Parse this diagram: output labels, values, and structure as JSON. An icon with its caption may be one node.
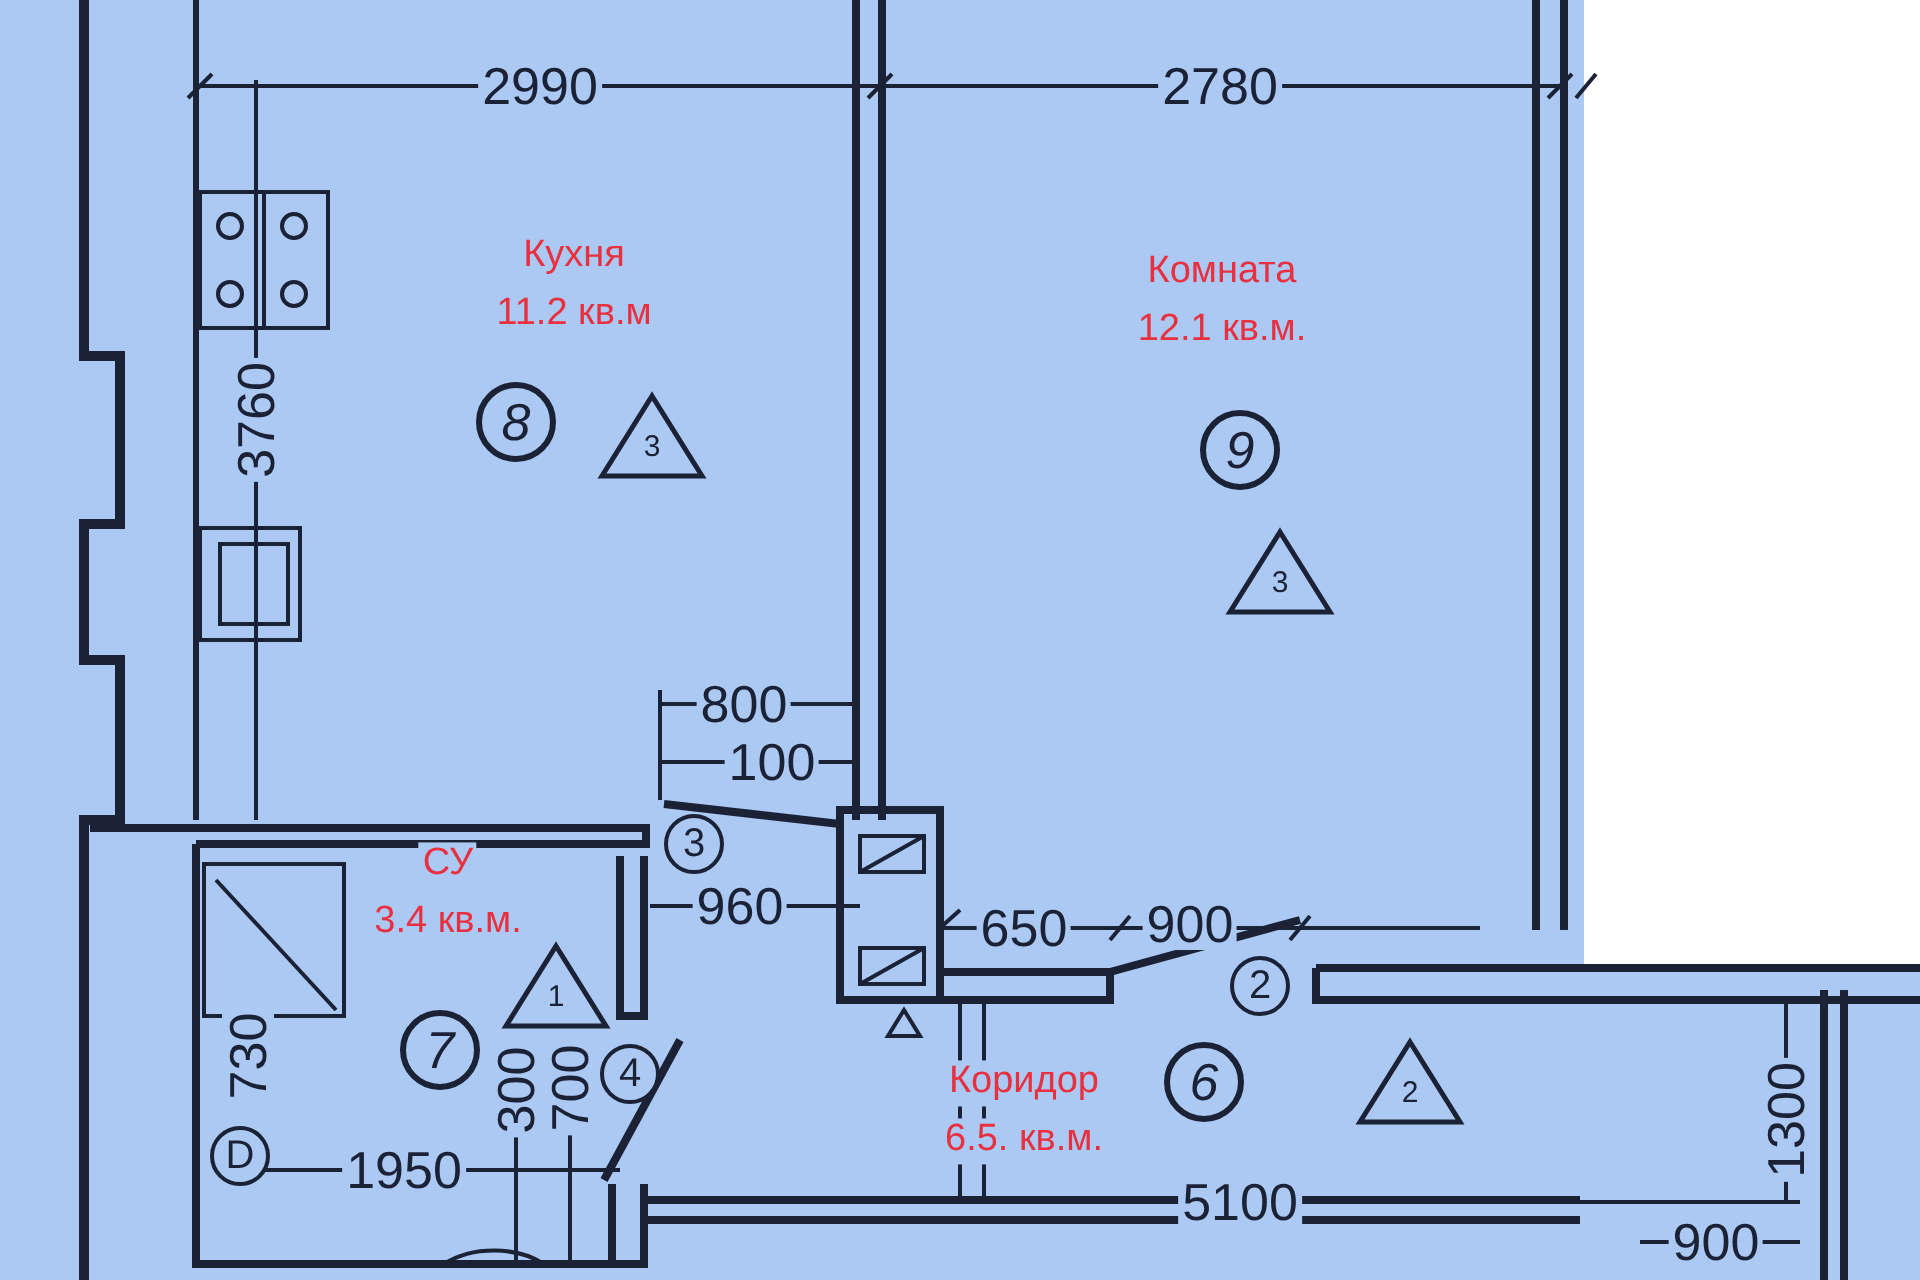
{
  "diagram": {
    "nodes": [
      {
        "text": [
          "Кухня",
          "11.2 кв.м"
        ]
      },
      {
        "text": [
          "Комната",
          "12.1 кв.м."
        ]
      },
      {
        "text": [
          "СУ",
          "3.4 кв.м."
        ]
      },
      {
        "text": [
          "Коридор",
          "6.5. кв.м."
        ]
      }
    ],
    "labels": [
      "2990",
      "2780",
      "3760",
      "8",
      "3",
      "9",
      "3",
      "800",
      "100",
      "3",
      "960",
      "1",
      "650",
      "900",
      "2",
      "730",
      "7",
      "300",
      "700",
      "4",
      "6",
      "2",
      "D",
      "1950",
      "5100",
      "1300",
      "900"
    ]
  }
}
